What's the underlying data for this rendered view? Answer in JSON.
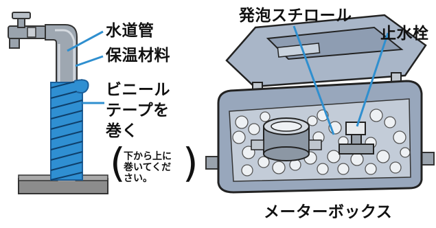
{
  "labels": {
    "water_pipe": "水道管",
    "insulation": "保温材料",
    "vinyl_tape_line1": "ビニール",
    "vinyl_tape_line2": "テープを",
    "vinyl_tape_line3": "巻く",
    "note_line1": "下から上に",
    "note_line2": "巻いてくだ",
    "note_line3": "さい。",
    "styrofoam": "発泡スチロール",
    "stopcock": "止水栓",
    "meter_box": "メーターボックス"
  },
  "colors": {
    "leader": "#2f8fcf",
    "pipe_blue": "#2d8fd0",
    "box_gray": "#a7b3c4",
    "box_dark": "#7f8ea3",
    "outline": "#222222",
    "ground": "#8b8b8b"
  }
}
